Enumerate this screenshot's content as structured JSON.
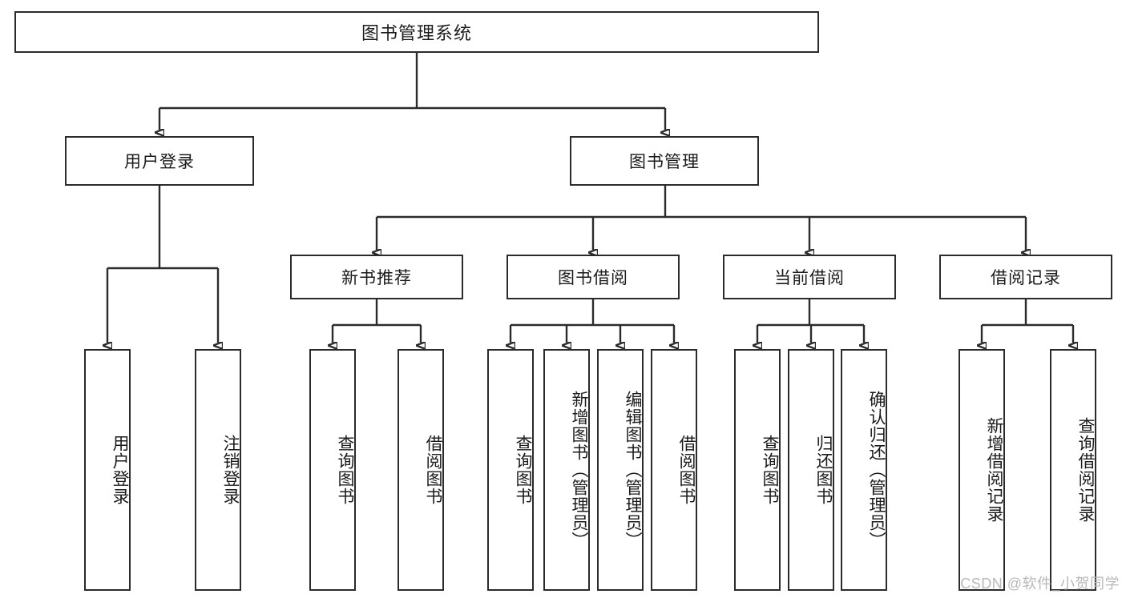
{
  "diagram": {
    "title": "图书管理系统",
    "watermark": "CSDN @软件_小贺同学",
    "levels": {
      "root": {
        "label": "图书管理系统"
      },
      "level2": [
        {
          "label": "用户登录"
        },
        {
          "label": "图书管理"
        }
      ],
      "level3": [
        {
          "label": "新书推荐"
        },
        {
          "label": "图书借阅"
        },
        {
          "label": "当前借阅"
        },
        {
          "label": "借阅记录"
        }
      ],
      "leaves": [
        {
          "label": "用户登录",
          "parent": "用户登录"
        },
        {
          "label": "注销登录",
          "parent": "用户登录"
        },
        {
          "label": "查询图书",
          "parent": "新书推荐"
        },
        {
          "label": "借阅图书",
          "parent": "新书推荐"
        },
        {
          "label": "查询图书",
          "parent": "图书借阅"
        },
        {
          "label": "新增图书（管理员）",
          "parent": "图书借阅"
        },
        {
          "label": "编辑图书（管理员）",
          "parent": "图书借阅"
        },
        {
          "label": "借阅图书",
          "parent": "图书借阅"
        },
        {
          "label": "查询图书",
          "parent": "当前借阅"
        },
        {
          "label": "归还图书",
          "parent": "当前借阅"
        },
        {
          "label": "确认归还（管理员）",
          "parent": "当前借阅"
        },
        {
          "label": "新增借阅记录",
          "parent": "借阅记录"
        },
        {
          "label": "查询借阅记录",
          "parent": "借阅记录"
        }
      ]
    },
    "colors": {
      "stroke": "#2b2b2b",
      "background": "#ffffff",
      "text": "#1b1b1b",
      "watermark": "#b8b8b8"
    }
  }
}
